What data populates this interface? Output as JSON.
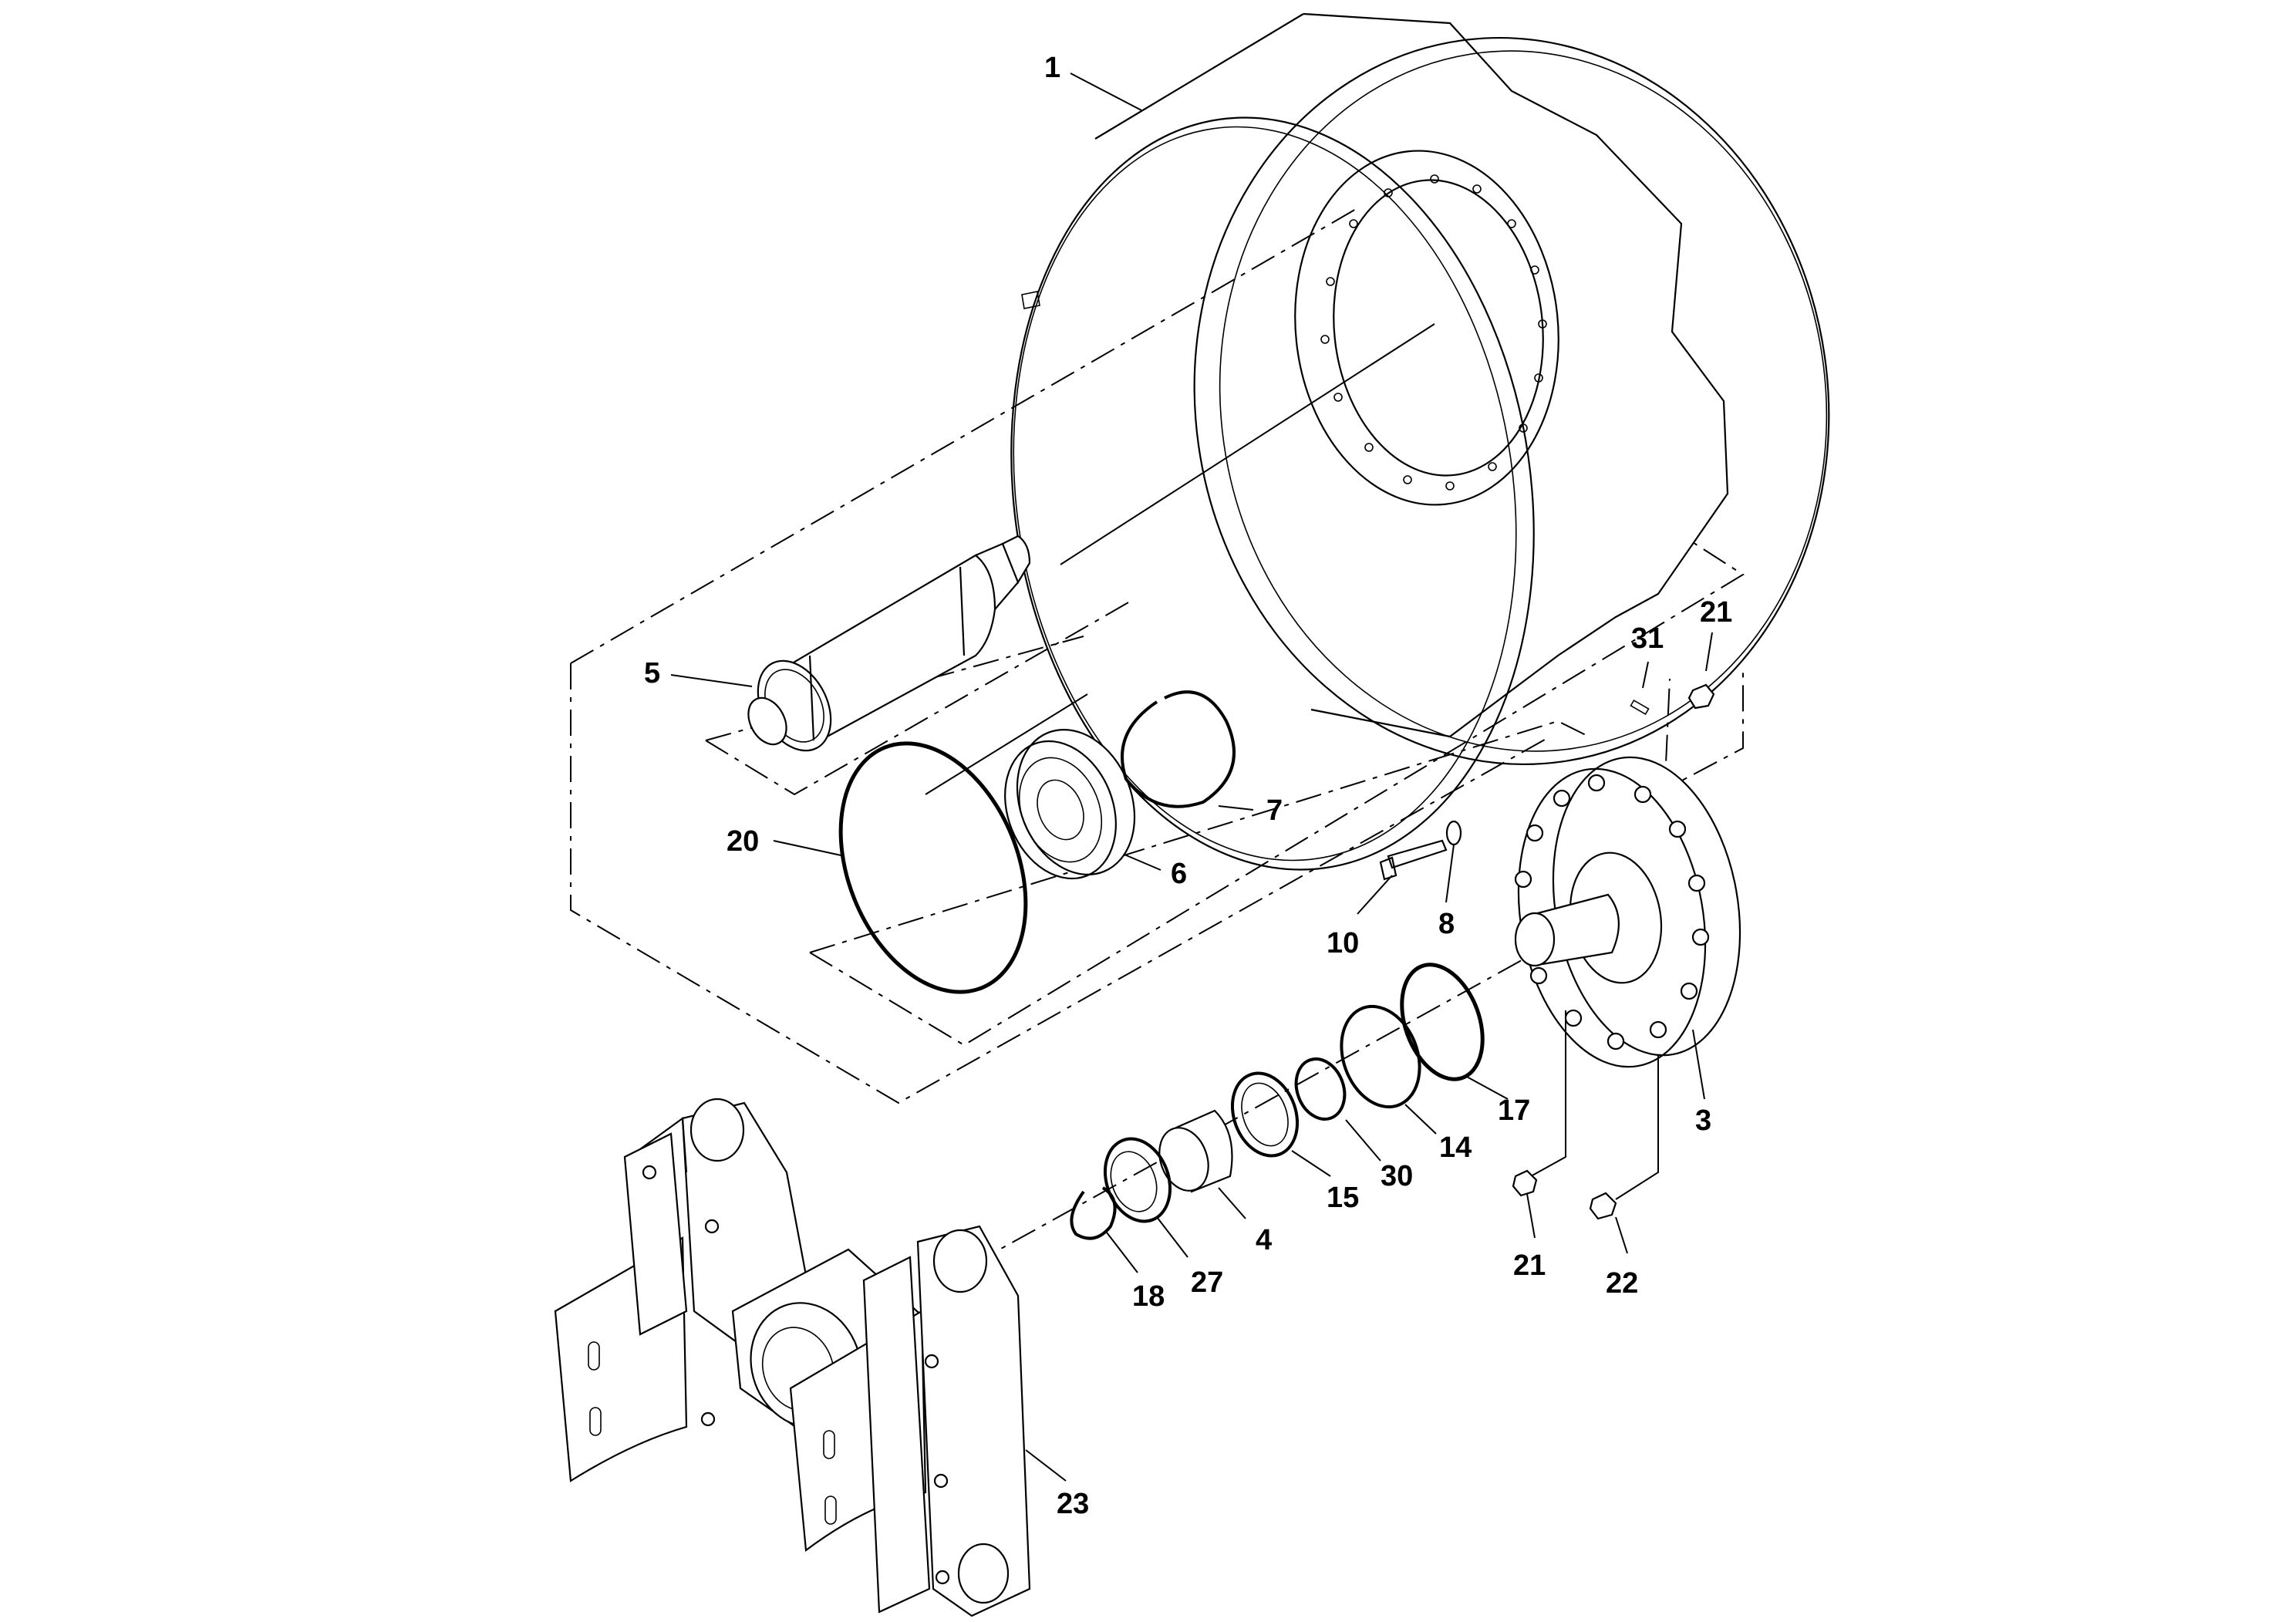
{
  "figure": {
    "callouts": [
      {
        "id": "c1",
        "label": "1"
      },
      {
        "id": "c5",
        "label": "5"
      },
      {
        "id": "c7",
        "label": "7"
      },
      {
        "id": "c20",
        "label": "20"
      },
      {
        "id": "c6",
        "label": "6"
      },
      {
        "id": "c31",
        "label": "31"
      },
      {
        "id": "c21a",
        "label": "21"
      },
      {
        "id": "c10",
        "label": "10"
      },
      {
        "id": "c8",
        "label": "8"
      },
      {
        "id": "c17",
        "label": "17"
      },
      {
        "id": "c3",
        "label": "3"
      },
      {
        "id": "c14",
        "label": "14"
      },
      {
        "id": "c30",
        "label": "30"
      },
      {
        "id": "c15",
        "label": "15"
      },
      {
        "id": "c4",
        "label": "4"
      },
      {
        "id": "c27",
        "label": "27"
      },
      {
        "id": "c18",
        "label": "18"
      },
      {
        "id": "c21b",
        "label": "21"
      },
      {
        "id": "c22",
        "label": "22"
      },
      {
        "id": "c23",
        "label": "23"
      }
    ]
  }
}
